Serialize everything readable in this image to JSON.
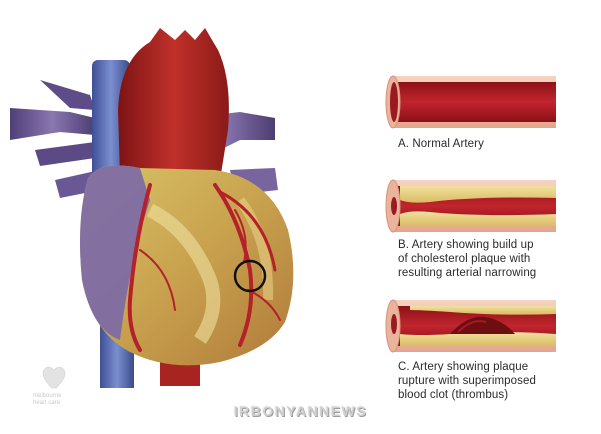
{
  "captions": {
    "a": {
      "line1": "A. Normal Artery"
    },
    "b": {
      "line1": "B. Artery showing build up",
      "line2": "of cholesterol plaque with",
      "line3": "resulting arterial narrowing"
    },
    "c": {
      "line1": "C. Artery showing plaque",
      "line2": "rupture with superimposed",
      "line3": "blood clot (thrombus)"
    }
  },
  "logo": {
    "line1": "melbourne",
    "line2": "heart care"
  },
  "watermark": "IRBONYANNEWS",
  "colors": {
    "artery_red": "#b4212a",
    "artery_wall": "#f0c0a8",
    "plaque_yellow": "#e8d37e",
    "heart_purple": "#6c5a92",
    "vein_blue": "#5a6fb5",
    "aorta_red": "#a4201e",
    "highlight_circle": "#111111"
  }
}
